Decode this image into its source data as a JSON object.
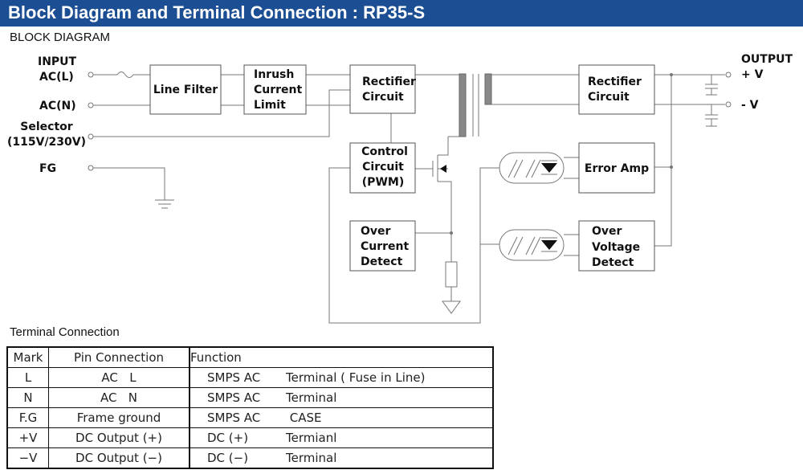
{
  "header": {
    "title": "Block Diagram and Terminal Connection : RP35-S"
  },
  "block_diagram": {
    "section_title": "BLOCK DIAGRAM",
    "inputs": {
      "input": "INPUT",
      "acl": "AC(L)",
      "acn": "AC(N)",
      "selector": "Selector",
      "selector_range": "(115V/230V)",
      "fg": "FG"
    },
    "outputs": {
      "output": "OUTPUT",
      "plus_v": "+ V",
      "minus_v": "-  V"
    },
    "blocks": {
      "line_filter": [
        "Line Filter"
      ],
      "inrush": [
        "Inrush",
        "Current",
        "Limit"
      ],
      "rectifier_primary": [
        "Rectifier",
        "Circuit"
      ],
      "rectifier_secondary": [
        "Rectifier",
        "Circuit"
      ],
      "control": [
        "Control",
        "Circuit",
        "(PWM)"
      ],
      "over_current": [
        "Over",
        "Current",
        "Detect"
      ],
      "error_amp": [
        "Error Amp"
      ],
      "over_voltage": [
        "Over",
        "Voltage",
        "Detect"
      ]
    }
  },
  "terminal_connection": {
    "section_title": "Terminal Connection",
    "headers": [
      "Mark",
      "Pin Connection",
      "Function"
    ],
    "rows": [
      {
        "mark": "L",
        "pin": "AC   L",
        "function_a": "SMPS AC",
        "function_b": "Terminal ( Fuse in Line)"
      },
      {
        "mark": "N",
        "pin": "AC   N",
        "function_a": "SMPS AC",
        "function_b": "Terminal"
      },
      {
        "mark": "F.G",
        "pin": "Frame ground",
        "function_a": "SMPS AC",
        "function_b": " CASE"
      },
      {
        "mark": "+V",
        "pin": "DC Output (+)",
        "function_a": "DC (+)",
        "function_b": "Termianl"
      },
      {
        "mark": "−V",
        "pin": "DC Output (−)",
        "function_a": "DC (−)",
        "function_b": "Terminal"
      }
    ]
  },
  "colors": {
    "header_bg": "#1b4e93",
    "header_text": "#ffffff",
    "line": "#777777",
    "shield": "#888888"
  }
}
